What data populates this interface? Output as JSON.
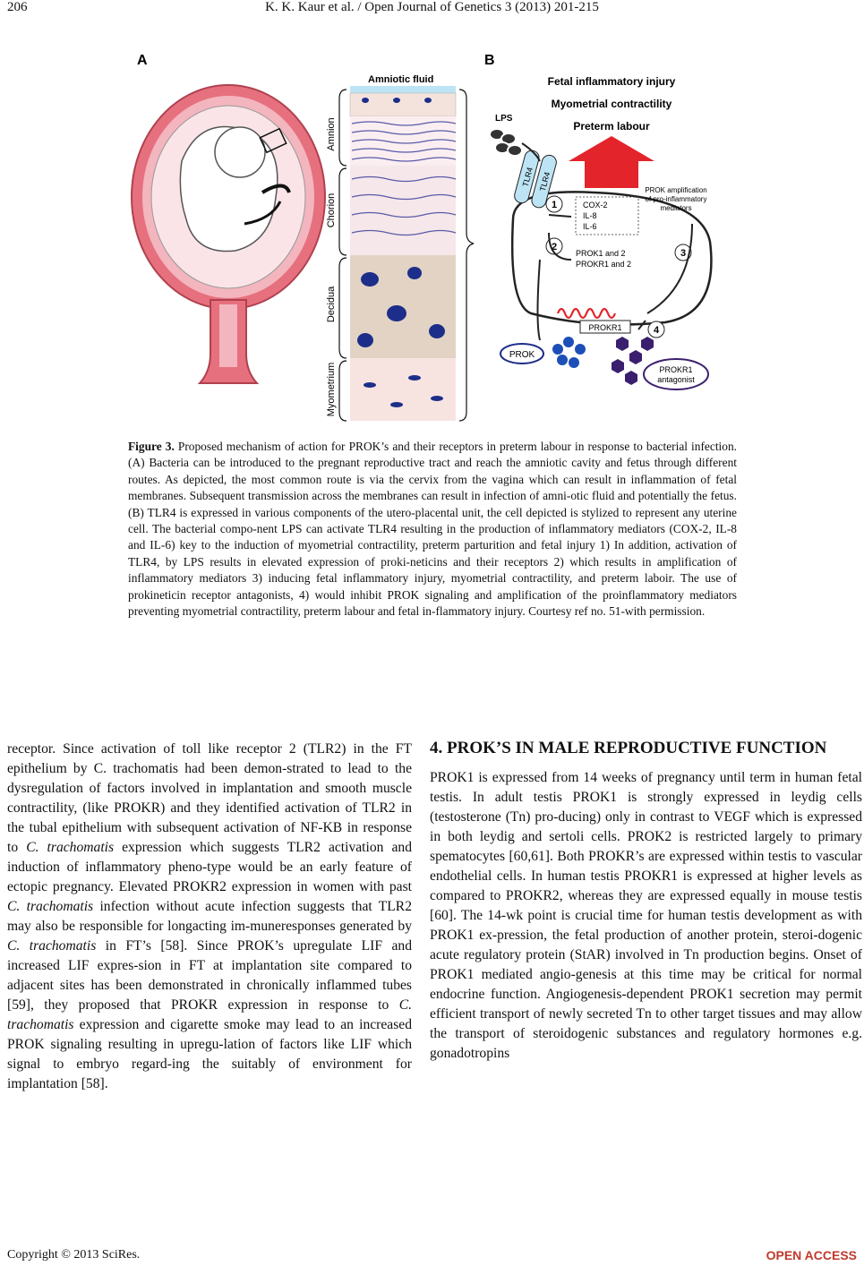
{
  "header": {
    "page_number": "206",
    "running_head": "K. K. Kaur et al. / Open Journal of Genetics 3 (2013) 201-215"
  },
  "figure": {
    "panel_a": "A",
    "panel_b": "B",
    "amniotic_fluid": "Amniotic fluid",
    "layers": [
      "Amnion",
      "Chorion",
      "Decidua",
      "Myometrium"
    ],
    "outcomes": [
      "Fetal inflammatory injury",
      "Myometrial contractility",
      "Preterm labour"
    ],
    "lps": "LPS",
    "tlr4": "TLR4",
    "step1": "1",
    "step2": "2",
    "step3": "3",
    "step4": "4",
    "mediators": [
      "COX-2",
      "IL-8",
      "IL-6"
    ],
    "prok_genes": [
      "PROK1 and 2",
      "PROKR1 and 2"
    ],
    "amplification": [
      "PROK amplification",
      "of pro-inflammatory",
      "mediators"
    ],
    "prokr1": "PROKR1",
    "prok": "PROK",
    "antagonist": [
      "PROKR1",
      "antagonist"
    ]
  },
  "caption": {
    "label": "Figure 3.",
    "text": " Proposed mechanism of action for PROK’s and their receptors in preterm labour in response to bacterial infection. (A) Bacteria can be introduced to the pregnant reproductive tract and reach the amniotic cavity and fetus through different routes. As depicted, the most common route is via the cervix from the vagina which can result in inflammation of fetal membranes. Subsequent transmission across the membranes can result in infection of amni-otic fluid and potentially the fetus. (B) TLR4 is expressed in various components of the utero-placental unit, the cell depicted is stylized to represent any uterine cell. The bacterial compo-nent LPS can activate TLR4 resulting in the production of inflammatory mediators (COX-2, IL-8 and IL-6) key to the induction of myometrial contractility, preterm parturition and fetal injury 1) In addition, activation of TLR4, by LPS results in elevated expression of proki-neticins and their receptors 2) which results in amplification of inflammatory mediators 3) inducing fetal inflammatory injury, myometrial contractility, and preterm laboir. The use of prokineticin receptor antagonists, 4) would inhibit PROK signaling and amplification of the proinflammatory mediators preventing myometrial contractility, preterm labour and fetal in-flammatory injury. Courtesy ref no. 51-with permission."
  },
  "left_column": {
    "p1": "receptor. Since activation of toll like receptor 2 (TLR2) in the FT epithelium by C. trachomatis had been demon-strated to lead to the dysregulation of factors involved in implantation and smooth muscle contractility, (like PROKR) and they identified activation of TLR2 in the tubal epithelium with subsequent activation of NF-KB in response to ",
    "i1": "C. trachomatis",
    "p2": " expression which suggests TLR2 activation and induction of inflammatory pheno-type would be an early feature of ectopic pregnancy. Elevated PROKR2 expression in women with past ",
    "i2": "C. trachomatis",
    "p3": " infection without acute infection suggests that TLR2 may also be responsible for longacting im-muneresponses generated by ",
    "i3": "C. trachomatis",
    "p4": " in FT’s [58]. Since PROK’s upregulate LIF and increased LIF expres-sion in FT at implantation site compared to adjacent sites has been demonstrated in chronically inflammed tubes [59], they proposed that PROKR expression in response to ",
    "i4": "C. trachomatis",
    "p5": " expression and cigarette smoke may lead to an increased PROK signaling resulting in upregu-lation of factors like LIF which signal to embryo regard-ing the suitably of environment for implantation [58]."
  },
  "right_column": {
    "heading": "4. PROK’S IN MALE REPRODUCTIVE FUNCTION",
    "body": "PROK1 is expressed from 14 weeks of pregnancy until term in human fetal testis. In adult testis PROK1 is strongly expressed in leydig cells (testosterone (Tn) pro-ducing) only in contrast to VEGF which is expressed in both leydig and sertoli cells. PROK2 is restricted largely to primary spematocytes [60,61]. Both PROKR’s are expressed within testis to vascular endothelial cells. In human testis PROKR1 is expressed at higher levels as compared to PROKR2, whereas they are expressed equally in mouse testis [60]. The 14-wk point is crucial time for human testis development as with PROK1 ex-pression, the fetal production of another protein, steroi-dogenic acute regulatory protein (StAR) involved in Tn production begins. Onset of PROK1 mediated angio-genesis at this time may be critical for normal endocrine function. Angiogenesis-dependent PROK1 secretion may permit efficient transport of newly secreted Tn to other target tissues and may allow the transport of steroidogenic substances and regulatory hormones e.g. gonadotropins"
  },
  "footer": {
    "copyright": "Copyright © 2013 SciRes.",
    "access": "OPEN ACCESS"
  }
}
